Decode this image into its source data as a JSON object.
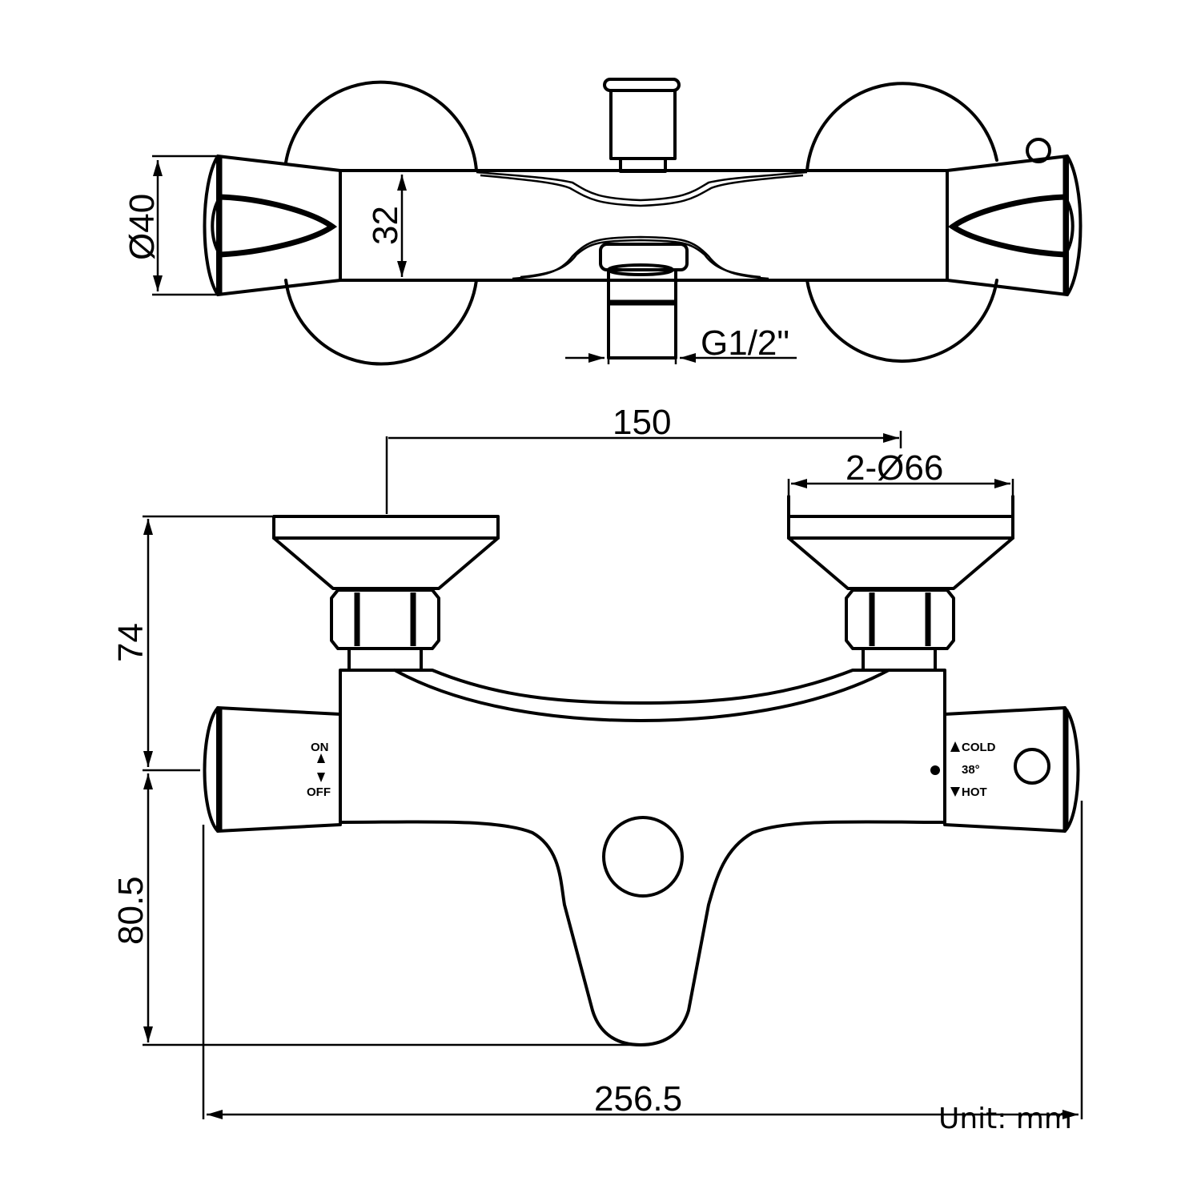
{
  "drawing": {
    "title": "Thermostatic bath mixer dimension drawing",
    "unit_label": "Unit: mm",
    "line_color": "#000000",
    "background_color": "#ffffff"
  },
  "top_view": {
    "dimensions": {
      "handle_diameter": "Ø40",
      "body_height": "32",
      "outlet_thread": "G1/2\""
    }
  },
  "front_view": {
    "dimensions": {
      "inlet_spacing": "150",
      "flange_diameter": "2-Ø66",
      "upper_height": "74",
      "lower_height": "80.5",
      "overall_width": "256.5"
    },
    "left_handle": {
      "top_label": "ON",
      "bottom_label": "OFF"
    },
    "right_handle": {
      "top_label": "COLD",
      "middle_label": "38°",
      "bottom_label": "HOT"
    }
  }
}
